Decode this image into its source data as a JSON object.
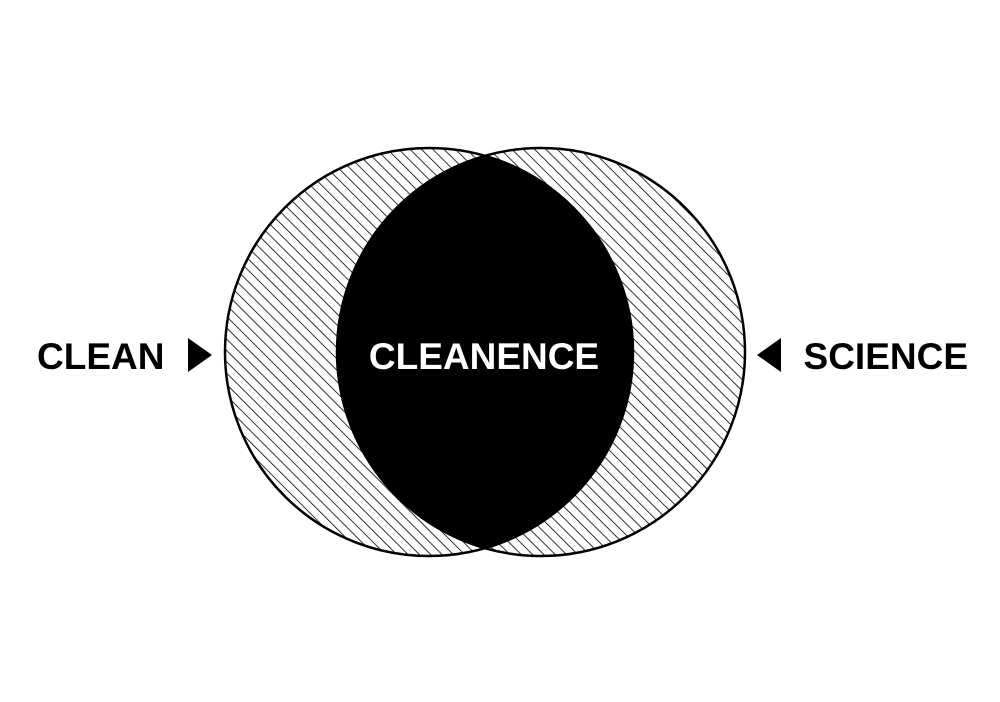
{
  "diagram": {
    "left_label": "CLEAN",
    "right_label": "SCIENCE",
    "intersection_label": "CLEANENCE",
    "colors": {
      "ink": "#000000",
      "background": "#ffffff"
    }
  }
}
